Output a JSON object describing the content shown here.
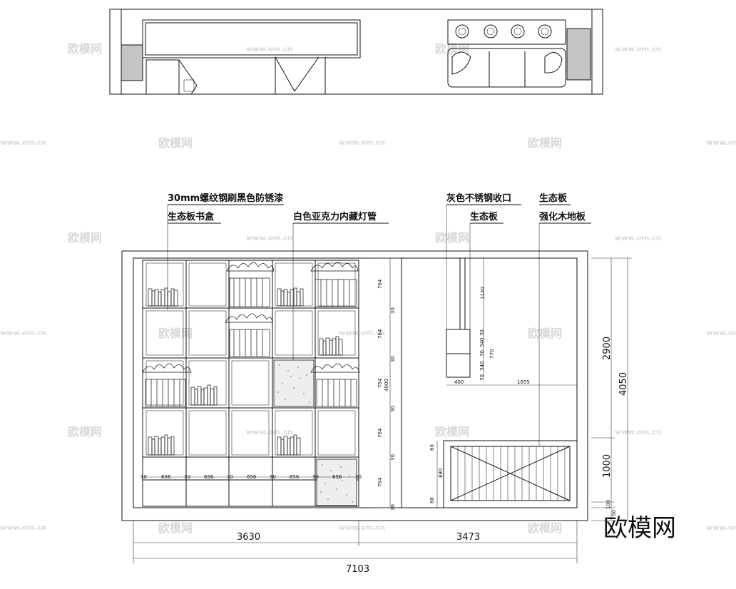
{
  "annotations": {
    "steel": "30mm螺纹钢刷黑色防锈漆",
    "bookcase": "生态板书盒",
    "acrylic": "白色亚克力内藏灯管",
    "stainless": "灰色不锈钢收口",
    "eco_board_mid": "生态板",
    "eco_board_right": "生态板",
    "laminate_floor": "强化木地板"
  },
  "dimensions": {
    "total_width": "7103",
    "left_width": "3630",
    "right_width": "3473",
    "height_total": "4050",
    "height_upper": "2900",
    "height_lower": "1000",
    "height_small1": "100",
    "height_small2": "50",
    "shelf_height": "4000",
    "row_heights": [
      "764",
      "30",
      "764",
      "30",
      "764",
      "30",
      "764",
      "30",
      "764",
      "30"
    ],
    "cell_widths": [
      "30",
      "656",
      "30",
      "656",
      "30",
      "656",
      "30",
      "656",
      "30",
      "656",
      "30"
    ],
    "box_height": "1130",
    "box_parts": [
      "30",
      "340",
      "30",
      "340",
      "30"
    ],
    "box_total": "770",
    "box_width": "400",
    "box_offset": "1655",
    "cabinet_parts": [
      "60",
      "880",
      "60"
    ]
  },
  "watermark": {
    "brand": "欧模网",
    "url": "www.om.cn"
  },
  "logo": "欧模网"
}
